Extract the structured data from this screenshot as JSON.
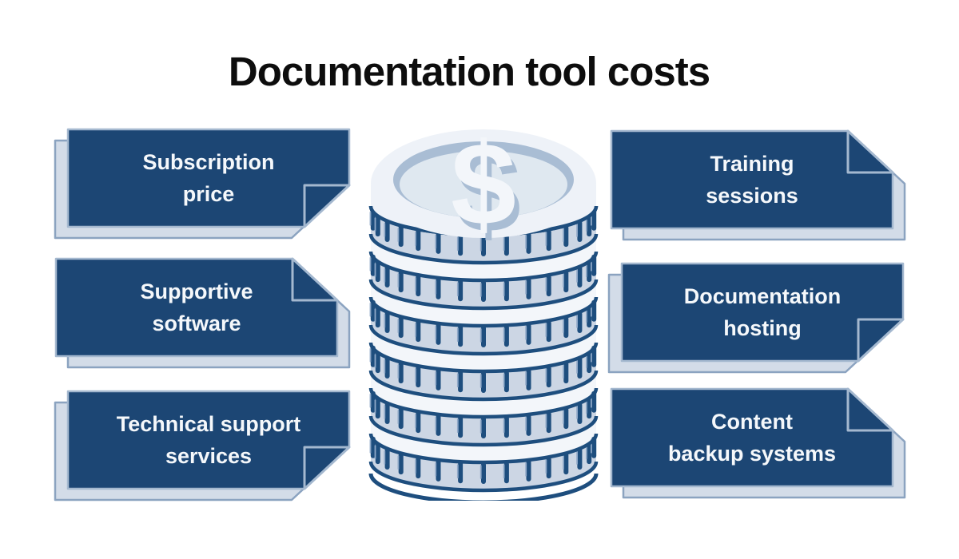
{
  "title": "Documentation tool costs",
  "notes": {
    "left": [
      {
        "line1": "Subscription",
        "line2": "price"
      },
      {
        "line1": "Supportive",
        "line2": "software"
      },
      {
        "line1": "Technical support",
        "line2": "services"
      }
    ],
    "right": [
      {
        "line1": "Training",
        "line2": "sessions"
      },
      {
        "line1": "Documentation",
        "line2": "hosting"
      },
      {
        "line1": "Content",
        "line2": "backup systems"
      }
    ]
  },
  "coin": {
    "symbol": "$"
  },
  "colors": {
    "background": "#ffffff",
    "title": "#0d0d0d",
    "navy": "#1c4674",
    "box_border": "#a4b8cf",
    "shadow_fill": "#d3dce8",
    "shadow_border": "#8ba3c0",
    "text": "#f5f8fb",
    "coin_navy": "#1e4e7e",
    "coin_band": "#ccd6e4",
    "coin_white": "#f3f6fa",
    "coin_rim": "#eef2f8",
    "coin_ring": "#a9bdd4",
    "coin_face": "#dfe8f0",
    "coin_ridge_hi": "#8fa9c8"
  }
}
